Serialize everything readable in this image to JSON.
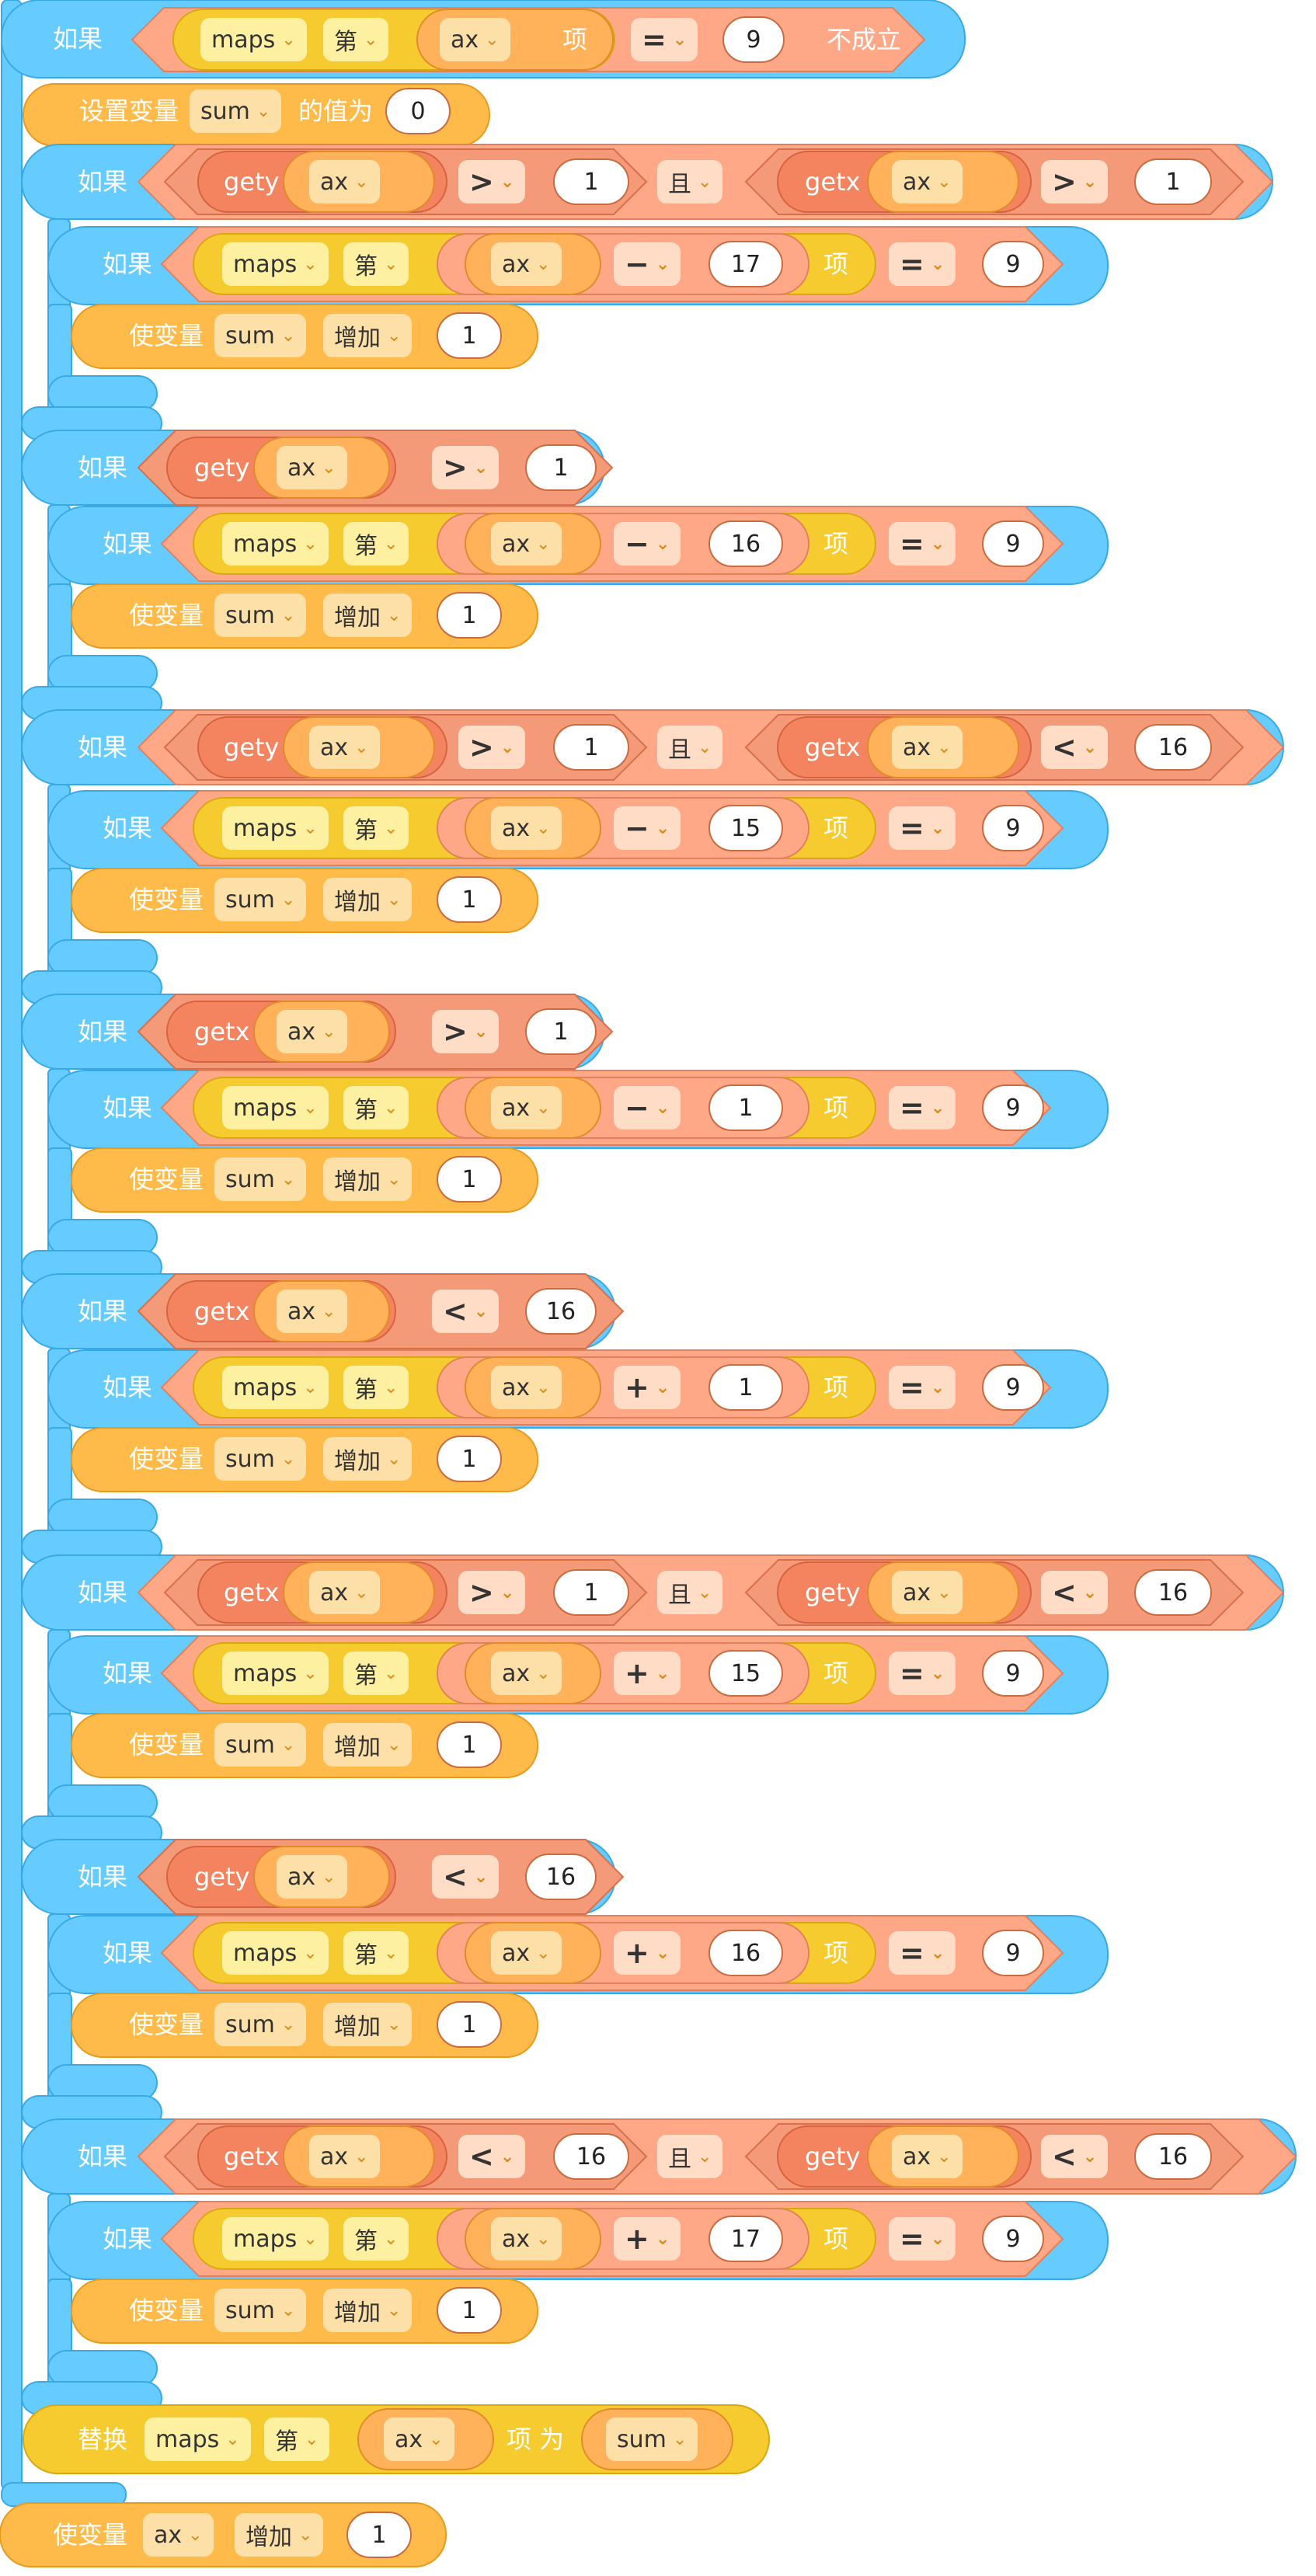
{
  "labels": {
    "if": "如果",
    "not_true": "不成立",
    "set_var": "设置变量",
    "value_of": "的值为",
    "change_var": "使变量",
    "and": "且",
    "item": "第",
    "item_suffix": "项",
    "replace": "替换",
    "as": "项 为",
    "increase": "增加"
  },
  "vars": {
    "maps": "maps",
    "sum": "sum",
    "ax": "ax"
  },
  "funcs": {
    "gety": "gety",
    "getx": "getx"
  },
  "ops": {
    "eq": "=",
    "gt": ">",
    "lt": "<",
    "minus": "−",
    "plus": "+"
  },
  "values": {
    "nine": "9",
    "zero": "0",
    "one": "1",
    "sixteen": "16",
    "n17": "17",
    "n16": "16",
    "n15": "15",
    "n1": "1"
  },
  "colors": {
    "control_blue": "#66ccff",
    "variable_orange": "#ffbb4a",
    "list_yellow": "#f6cb30",
    "operator_red": "#f4845f",
    "operator_salmon": "#ffa888"
  }
}
